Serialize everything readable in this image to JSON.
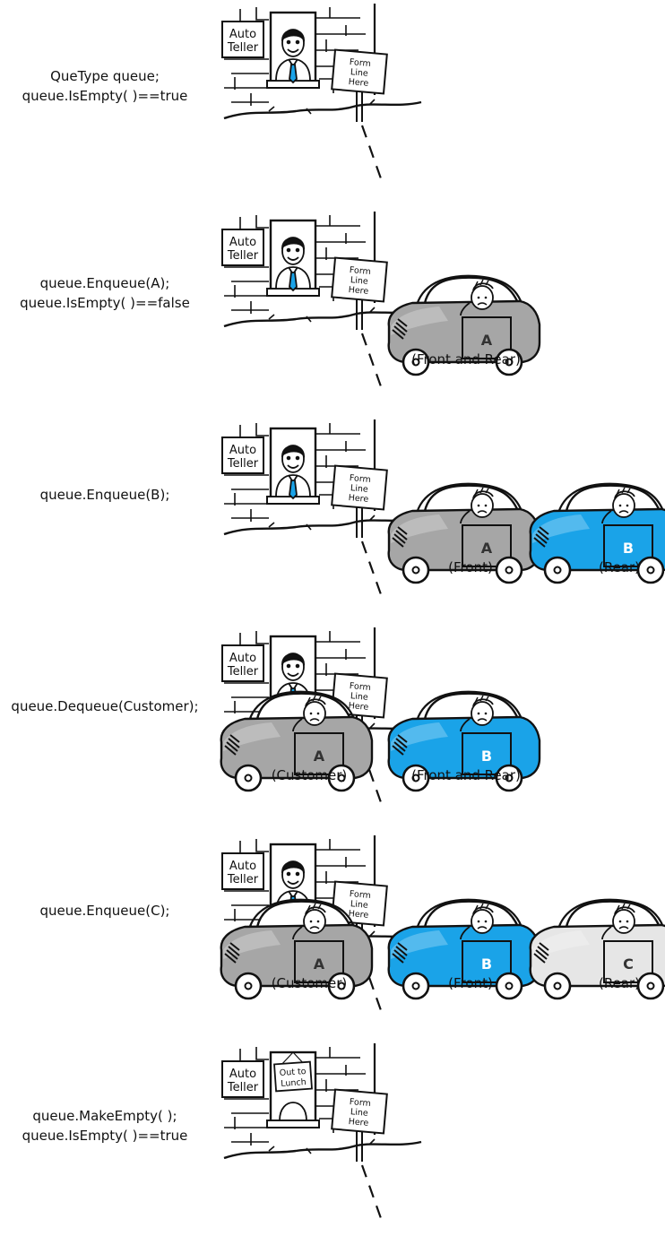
{
  "teller_sign": {
    "line1": "Auto",
    "line2": "Teller"
  },
  "form_sign": {
    "line1": "Form",
    "line2": "Line",
    "line3": "Here"
  },
  "closed_sign": {
    "line1": "Out to",
    "line2": "Lunch"
  },
  "colors": {
    "car_a": "#a6a6a6",
    "car_b": "#1aa3e8",
    "car_c": "#e6e6e6",
    "outline": "#111111",
    "tie": "#1aa3e8"
  },
  "panels": [
    {
      "code": [
        "QueType queue;",
        "queue.IsEmpty( )==true"
      ],
      "teller_present": true,
      "cars": [],
      "labels": []
    },
    {
      "code": [
        "queue.Enqueue(A);",
        "queue.IsEmpty( )==false"
      ],
      "teller_present": true,
      "cars": [
        {
          "letter": "A",
          "color": "car_a"
        }
      ],
      "labels": [
        "(Front and Rear)"
      ]
    },
    {
      "code": [
        "queue.Enqueue(B);"
      ],
      "teller_present": true,
      "cars": [
        {
          "letter": "A",
          "color": "car_a"
        },
        {
          "letter": "B",
          "color": "car_b"
        }
      ],
      "labels": [
        "(Front)",
        "(Rear)"
      ]
    },
    {
      "code": [
        "queue.Dequeue(Customer);"
      ],
      "teller_present": true,
      "customer": {
        "letter": "A",
        "color": "car_a",
        "label": "(Customer)"
      },
      "cars": [
        {
          "letter": "B",
          "color": "car_b"
        }
      ],
      "labels": [
        "(Front and Rear)"
      ]
    },
    {
      "code": [
        "queue.Enqueue(C);"
      ],
      "teller_present": true,
      "customer": {
        "letter": "A",
        "color": "car_a",
        "label": "(Customer)"
      },
      "cars": [
        {
          "letter": "B",
          "color": "car_b"
        },
        {
          "letter": "C",
          "color": "car_c"
        }
      ],
      "labels": [
        "(Front)",
        "(Rear)"
      ]
    },
    {
      "code": [
        "queue.MakeEmpty( );",
        "queue.IsEmpty( )==true"
      ],
      "teller_present": false,
      "cars": [],
      "labels": []
    }
  ]
}
